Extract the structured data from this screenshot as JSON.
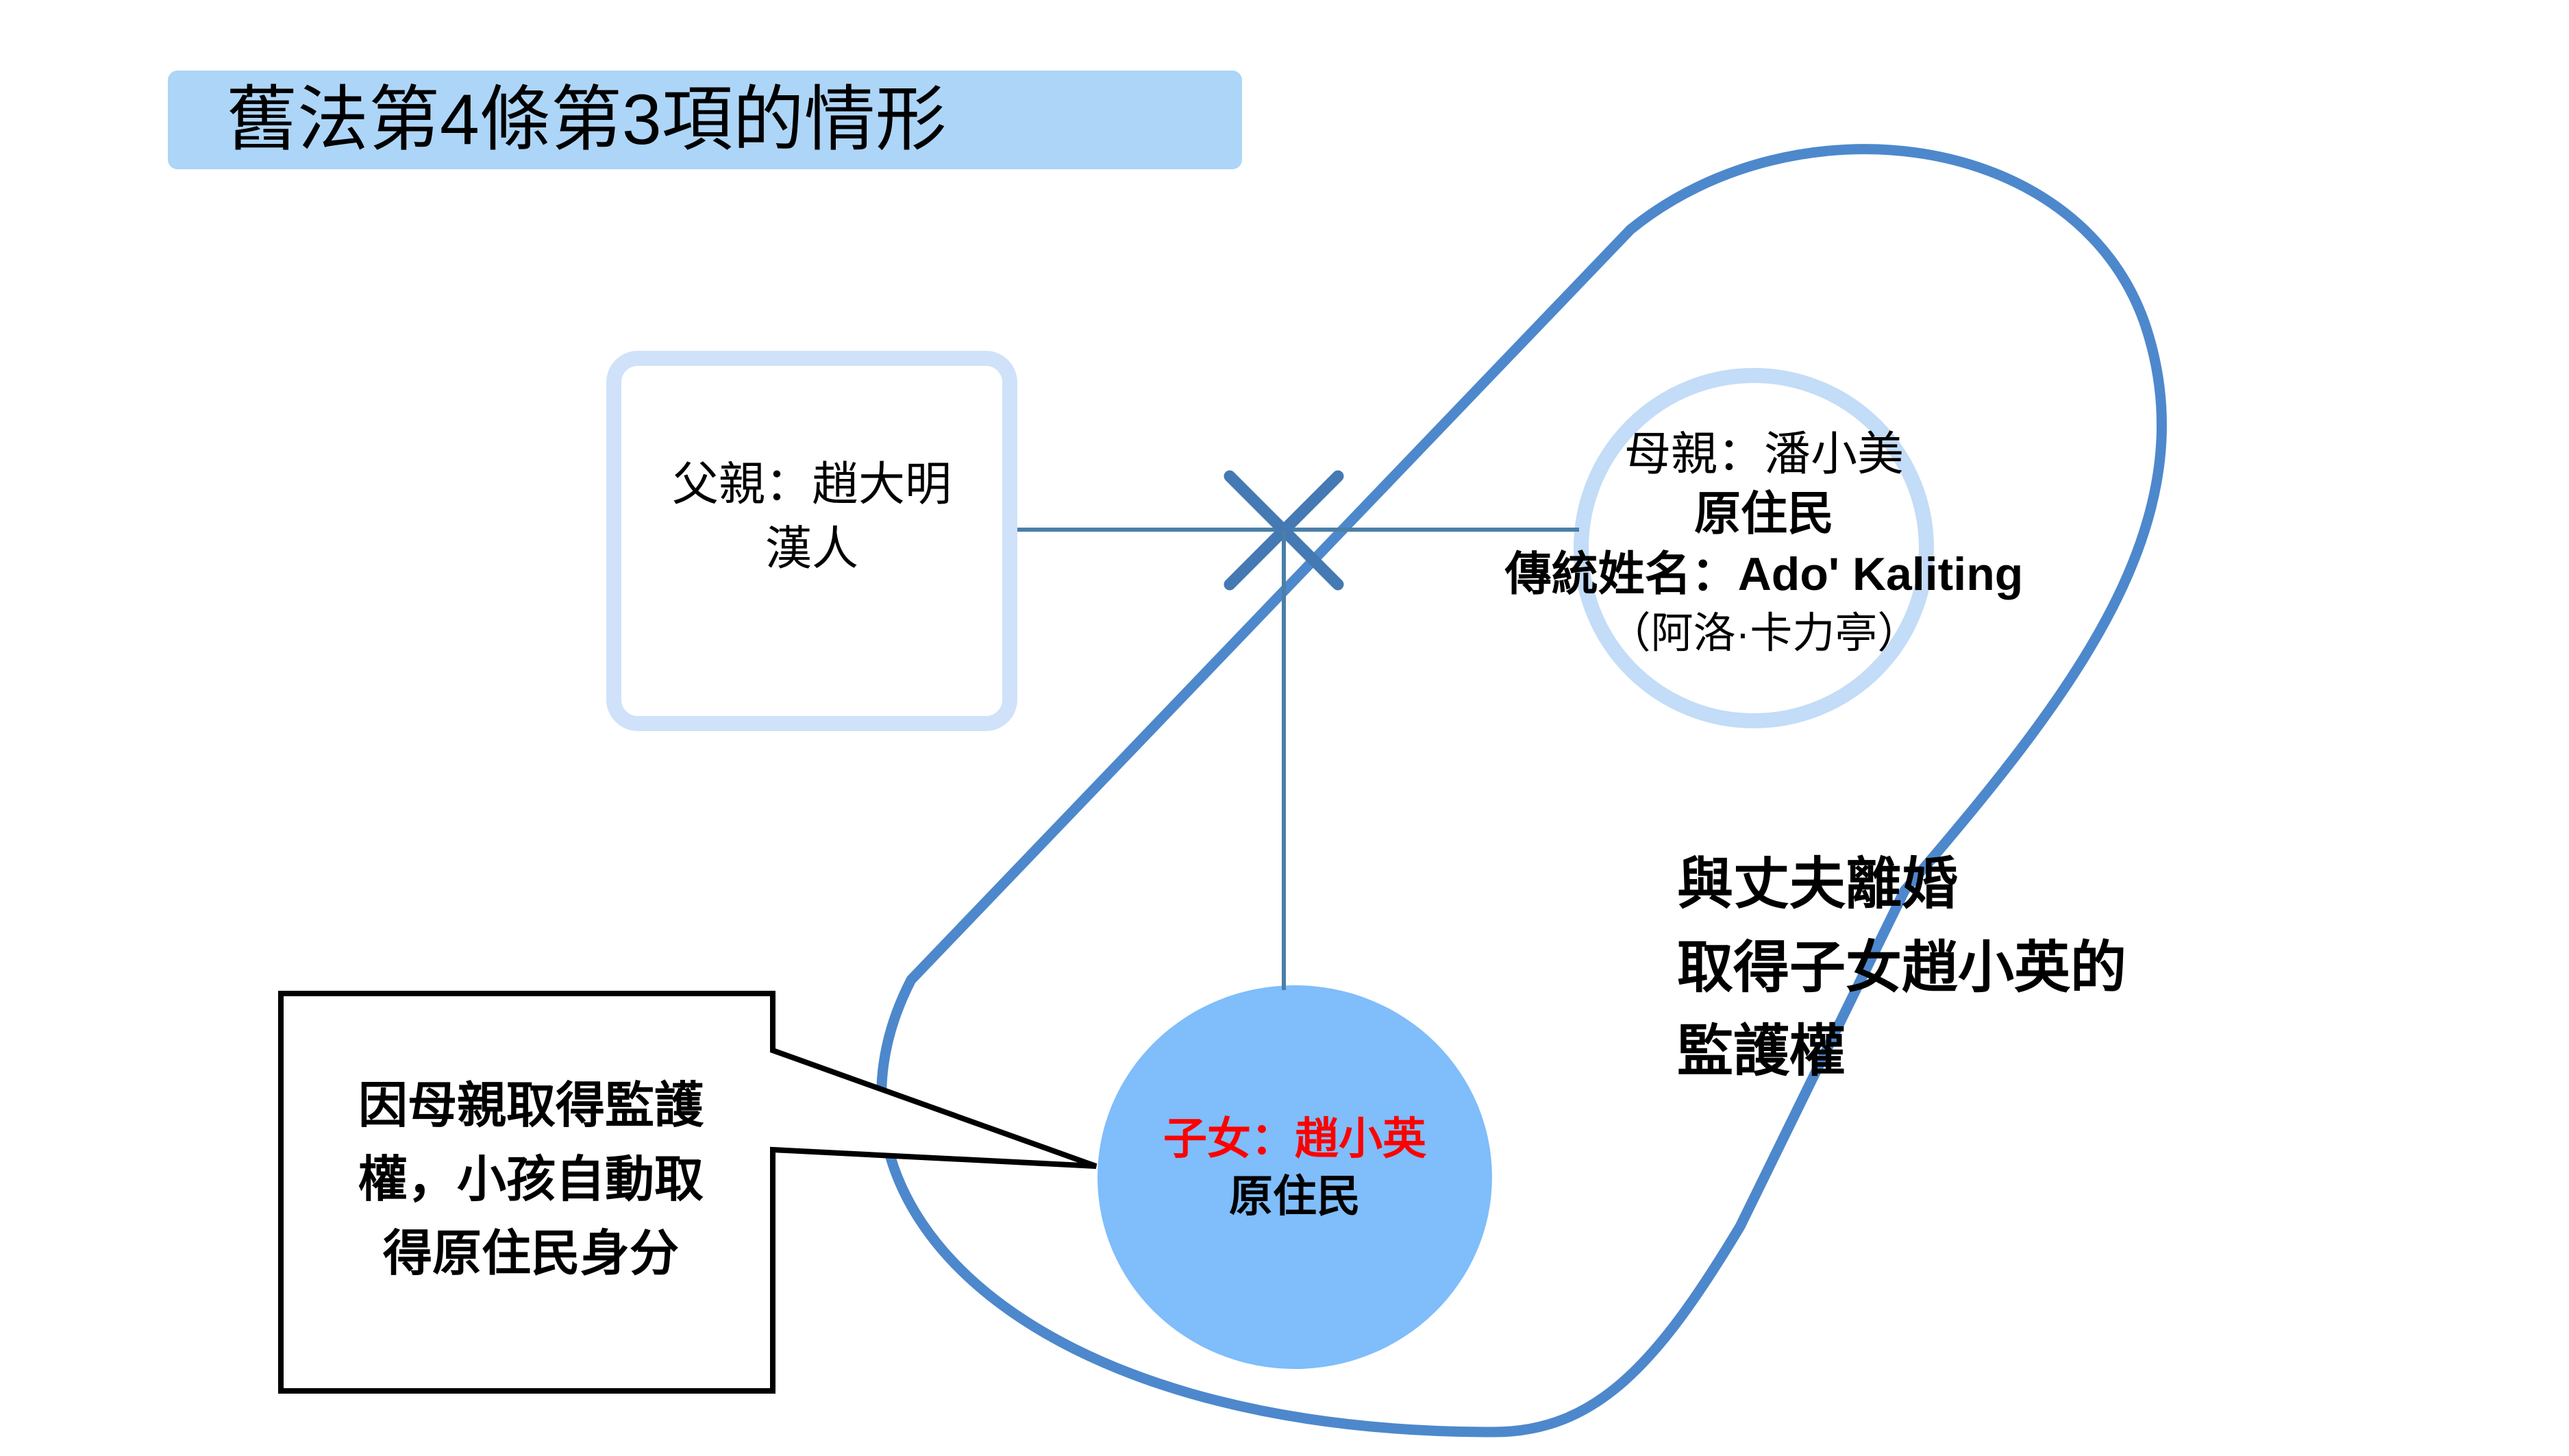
{
  "title": {
    "text": "舊法第4條第3項的情形",
    "band_color": "#ADD5F7"
  },
  "father": {
    "line1": "父親：趙大明",
    "line2": "漢人",
    "border_color": "#CFE2F9"
  },
  "mother": {
    "line1": "母親：潘小美",
    "line2": "原住民",
    "line3": "傳統姓名：Ado' Kaliting",
    "line4": "（阿洛·卡力亭）",
    "circle_stroke_color": "#C3DCF7"
  },
  "child": {
    "line1": "子女：趙小英",
    "line2": "原住民",
    "name_color": "#FF0000",
    "circle_fill_color": "#7FBDFB"
  },
  "right_note": {
    "line1": "與丈夫離婚",
    "line2": "取得子女趙小英的",
    "line3": "監護權"
  },
  "callout": {
    "line1": "因母親取得監護",
    "line2": "權，小孩自動取",
    "line3": "得原住民身分",
    "border_color": "#000000"
  },
  "connectors": {
    "marriage_line_color": "#4A7FA8",
    "divorce_x_color": "#4479B3",
    "child_line_color": "#4A7FA8",
    "loop_color": "#4D88CC"
  }
}
